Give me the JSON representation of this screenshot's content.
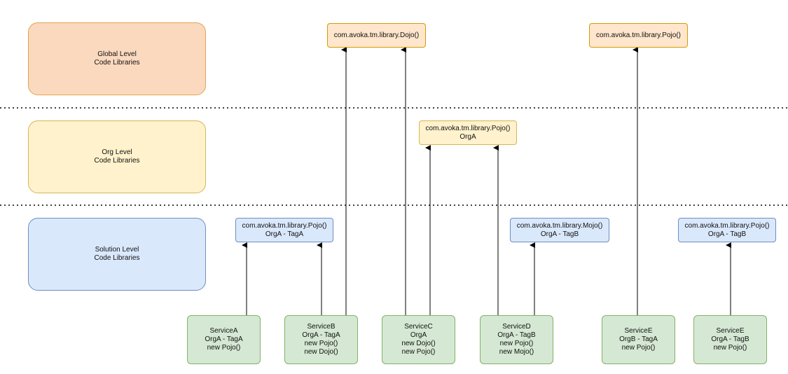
{
  "colors": {
    "global_fill": "#fad9bf",
    "global_stroke": "#e5a44e",
    "lib_global_fill": "#ffe6cc",
    "lib_global_stroke": "#d79b00",
    "org_fill": "#fff2cc",
    "org_stroke": "#d6b656",
    "solution_fill": "#dae8fc",
    "solution_stroke": "#6c8ebf",
    "service_fill": "#d5e8d4",
    "service_stroke": "#82b366",
    "line": "#000000"
  },
  "levels": {
    "global": {
      "line1": "Global Level",
      "line2": "Code Libraries"
    },
    "org": {
      "line1": "Org Level",
      "line2": "Code Libraries"
    },
    "solution": {
      "line1": "Solution Level",
      "line2": "Code Libraries"
    }
  },
  "libraries": {
    "global_dojo": {
      "line1": "com.avoka.tm.library.Dojo()"
    },
    "global_pojo": {
      "line1": "com.avoka.tm.library.Pojo()"
    },
    "org_pojo": {
      "line1": "com.avoka.tm.library.Pojo()",
      "line2": "OrgA"
    },
    "sol_pojo_taga": {
      "line1": "com.avoka.tm.library.Pojo()",
      "line2": "OrgA - TagA"
    },
    "sol_mojo_tagb": {
      "line1": "com.avoka.tm.library.Mojo()",
      "line2": "OrgA - TagB"
    },
    "sol_pojo_tagb": {
      "line1": "com.avoka.tm.library.Pojo()",
      "line2": "OrgA - TagB"
    }
  },
  "services": {
    "a": {
      "l1": "ServiceA",
      "l2": "OrgA - TagA",
      "l3": "new Pojo()"
    },
    "b": {
      "l1": "ServiceB",
      "l2": "OrgA - TagA",
      "l3": "new Pojo()",
      "l4": "new Dojo()"
    },
    "c": {
      "l1": "ServiceC",
      "l2": "OrgA",
      "l3": "new Dojo()",
      "l4": "new Pojo()"
    },
    "d": {
      "l1": "ServiceD",
      "l2": "OrgA - TagB",
      "l3": "new Pojo()",
      "l4": "new Mojo()"
    },
    "e1": {
      "l1": "ServiceE",
      "l2": "OrgB - TagA",
      "l3": "new Pojo()"
    },
    "e2": {
      "l1": "ServiceE",
      "l2": "OrgA - TagB",
      "l3": "new Pojo()"
    }
  }
}
